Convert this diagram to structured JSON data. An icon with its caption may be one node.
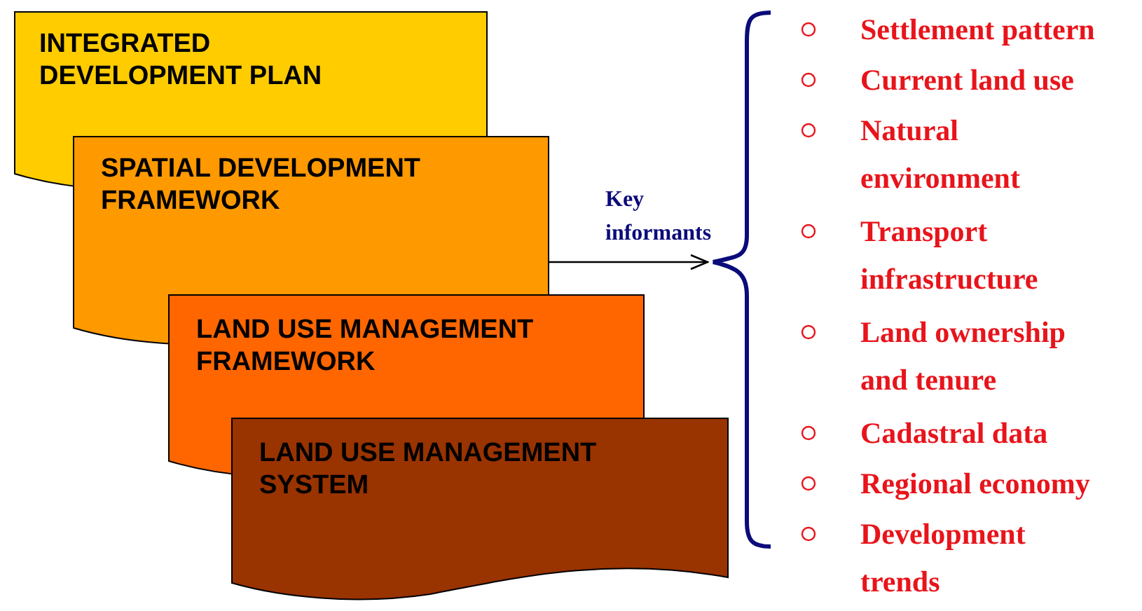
{
  "diagram": {
    "nodes": [
      {
        "text": [
          "INTEGRATED DEVELOPMENT PLAN"
        ]
      },
      {
        "text": [
          "SPATIAL DEVELOPMENT FRAMEWORK"
        ]
      },
      {
        "text": [
          "LAND USE MANAGEMENT FRAMEWORK"
        ]
      },
      {
        "text": [
          "LAND USE MANAGEMENT SYSTEM"
        ]
      },
      {
        "text": [
          "Settlement pattern",
          "Current land use",
          "Natural environment",
          "Transport infrastructure",
          "Land ownership and tenure",
          "Cadastral data",
          "Regional economy",
          "Development trends"
        ]
      }
    ],
    "edges": [
      {
        "from": 1,
        "to": 4,
        "arrow": "to",
        "label": "Key informants"
      }
    ]
  }
}
